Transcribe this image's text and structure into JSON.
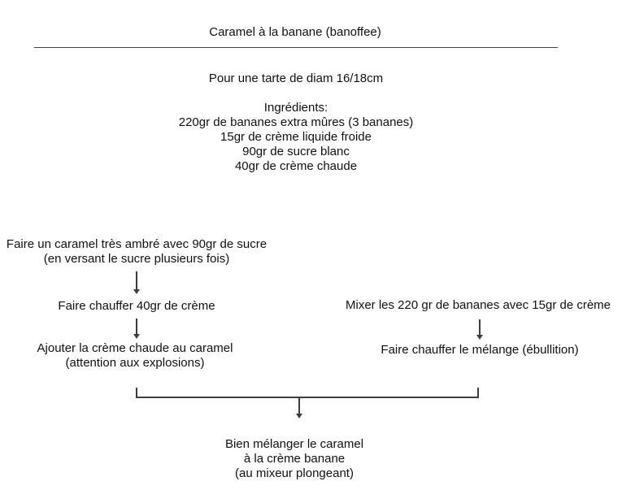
{
  "header": {
    "title": "Caramel à la banane (banoffee)"
  },
  "intro": {
    "serving": "Pour une tarte de diam 16/18cm"
  },
  "ingredients": {
    "heading": "Ingrédients:",
    "items": [
      "220gr de bananes extra mûres (3 bananes)",
      "15gr de crème liquide froide",
      "90gr de sucre blanc",
      "40gr de crème chaude"
    ]
  },
  "flowchart": {
    "left_branch": {
      "step1_line1": "Faire un caramel très ambré avec 90gr de sucre",
      "step1_line2": "(en versant le sucre plusieurs fois)",
      "step2": "Faire chauffer 40gr de crème",
      "step3_line1": "Ajouter la crème chaude au caramel",
      "step3_line2": "(attention aux explosions)"
    },
    "right_branch": {
      "step1": "Mixer les 220 gr de bananes avec 15gr de crème",
      "step2": "Faire chauffer le mélange (ébullition)"
    },
    "final_step": {
      "line1": "Bien mélanger le caramel",
      "line2": "à la crème banane",
      "line3": "(au mixeur plongeant)"
    }
  },
  "colors": {
    "background": "#ffffff",
    "text": "#111111",
    "line": "#3d3d3d"
  }
}
